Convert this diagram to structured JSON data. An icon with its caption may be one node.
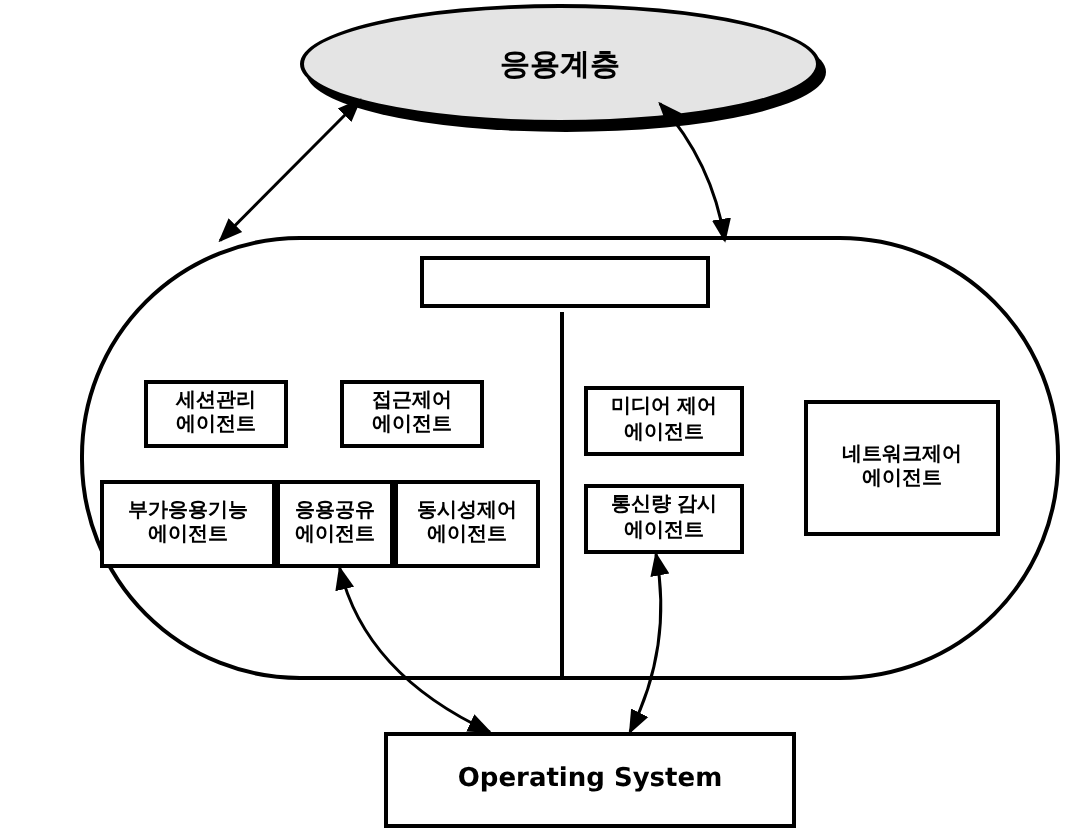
{
  "diagram": {
    "nodes": [
      {
        "text": [
          "응용계층"
        ]
      },
      {
        "text": [],
        "shape": "box"
      },
      {
        "text": [],
        "shape": "box",
        "in": 1
      },
      {
        "text": [
          "세션관리 에이전트"
        ],
        "in": 1
      },
      {
        "text": [
          "접근제어 에이전트"
        ],
        "in": 1
      },
      {
        "text": [
          "부가응용기능 에이전트"
        ],
        "in": 1
      },
      {
        "text": [
          "응용공유 에이전트"
        ],
        "in": 1
      },
      {
        "text": [
          "동시성제어 에이전트"
        ],
        "in": 1
      },
      {
        "text": [
          "미디어 제어 에이전트"
        ],
        "in": 1
      },
      {
        "text": [
          "통신량 감시 에이전트"
        ],
        "in": 1
      },
      {
        "text": [
          "네트워크제어 에이전트"
        ],
        "in": 1
      },
      {
        "text": [
          "Operating System"
        ]
      }
    ],
    "edges": [
      {
        "from": 0,
        "to": 1,
        "arrow": "both"
      },
      {
        "from": 0,
        "to": 1,
        "arrow": "both"
      },
      {
        "from": 11,
        "to": 6,
        "arrow": "both"
      },
      {
        "from": 11,
        "to": 9,
        "arrow": "both"
      }
    ]
  }
}
